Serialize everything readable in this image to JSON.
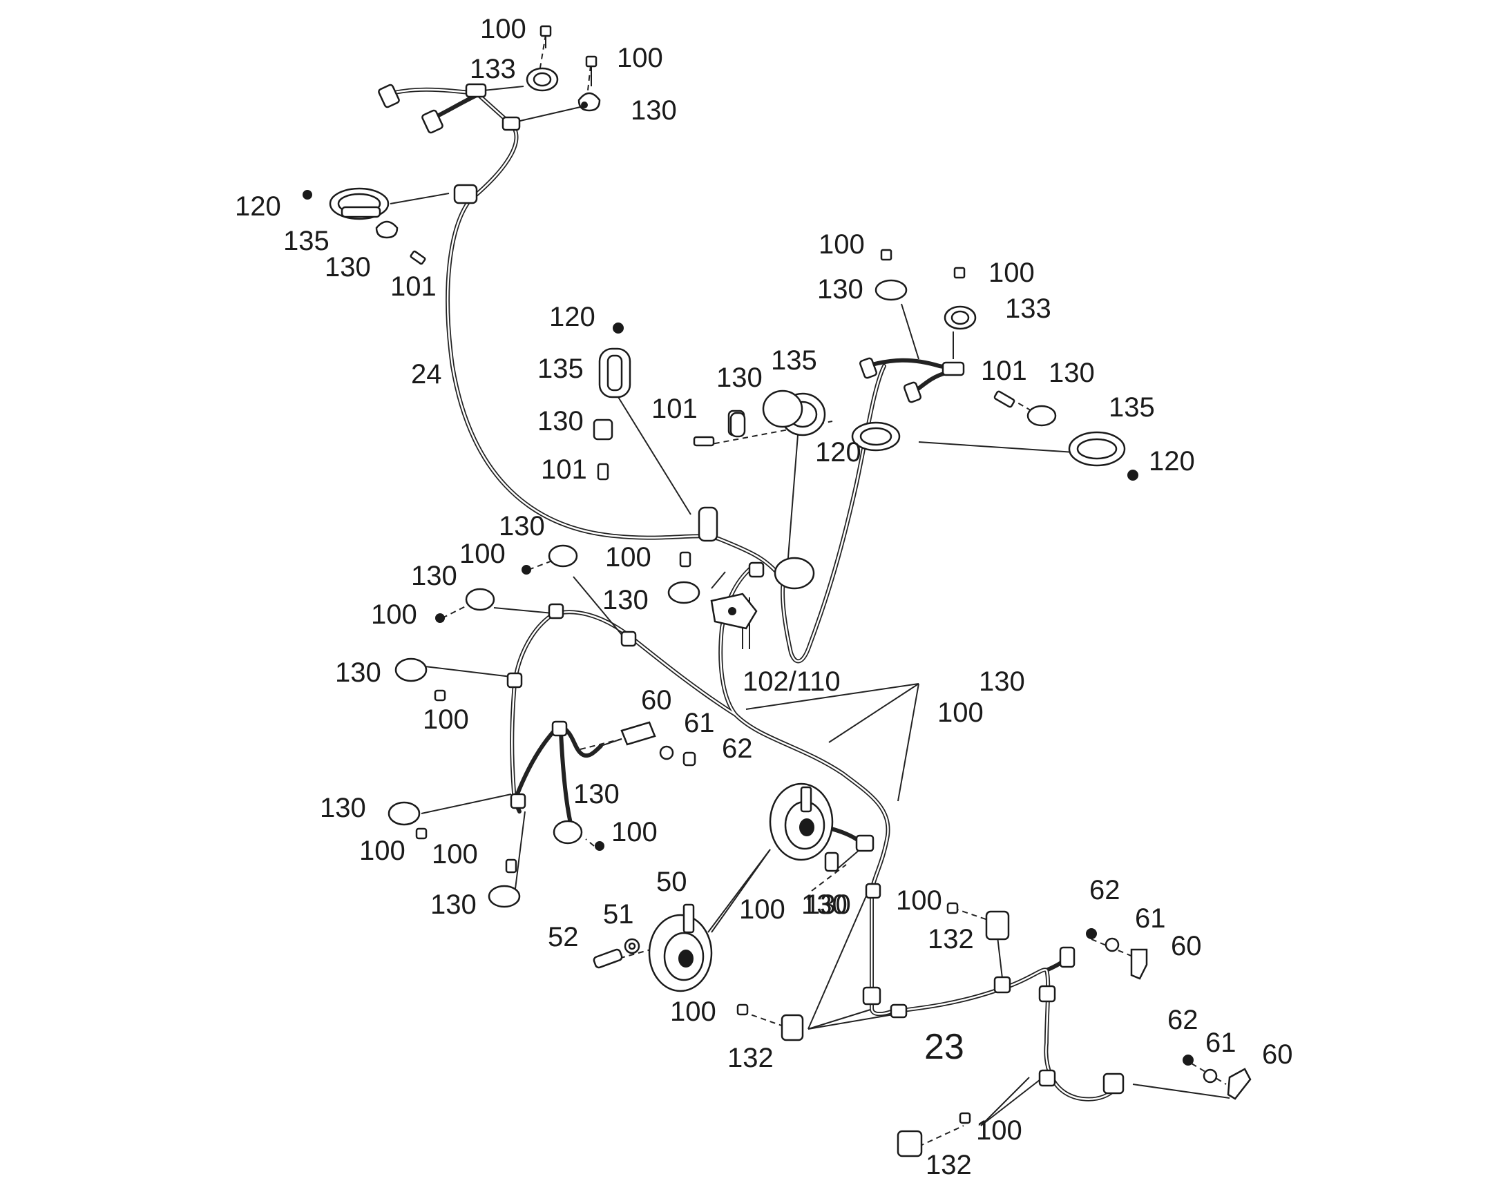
{
  "assemblies": {
    "harness_left": "24",
    "harness_right": "23"
  },
  "callouts": [
    "100",
    "133",
    "100",
    "130",
    "120",
    "135",
    "130",
    "101",
    "24",
    "120",
    "135",
    "130",
    "101",
    "101",
    "130",
    "135",
    "120",
    "100",
    "130",
    "100",
    "133",
    "101",
    "130",
    "135",
    "120",
    "130",
    "130",
    "100",
    "130",
    "100",
    "100",
    "130",
    "102/110",
    "130",
    "100",
    "60",
    "61",
    "62",
    "130",
    "100",
    "130",
    "130",
    "100",
    "100",
    "100",
    "130",
    "50",
    "51",
    "52",
    "100",
    "130",
    "100",
    "132",
    "62",
    "61",
    "60",
    "100",
    "132",
    "23",
    "62",
    "61",
    "60",
    "100",
    "132"
  ]
}
